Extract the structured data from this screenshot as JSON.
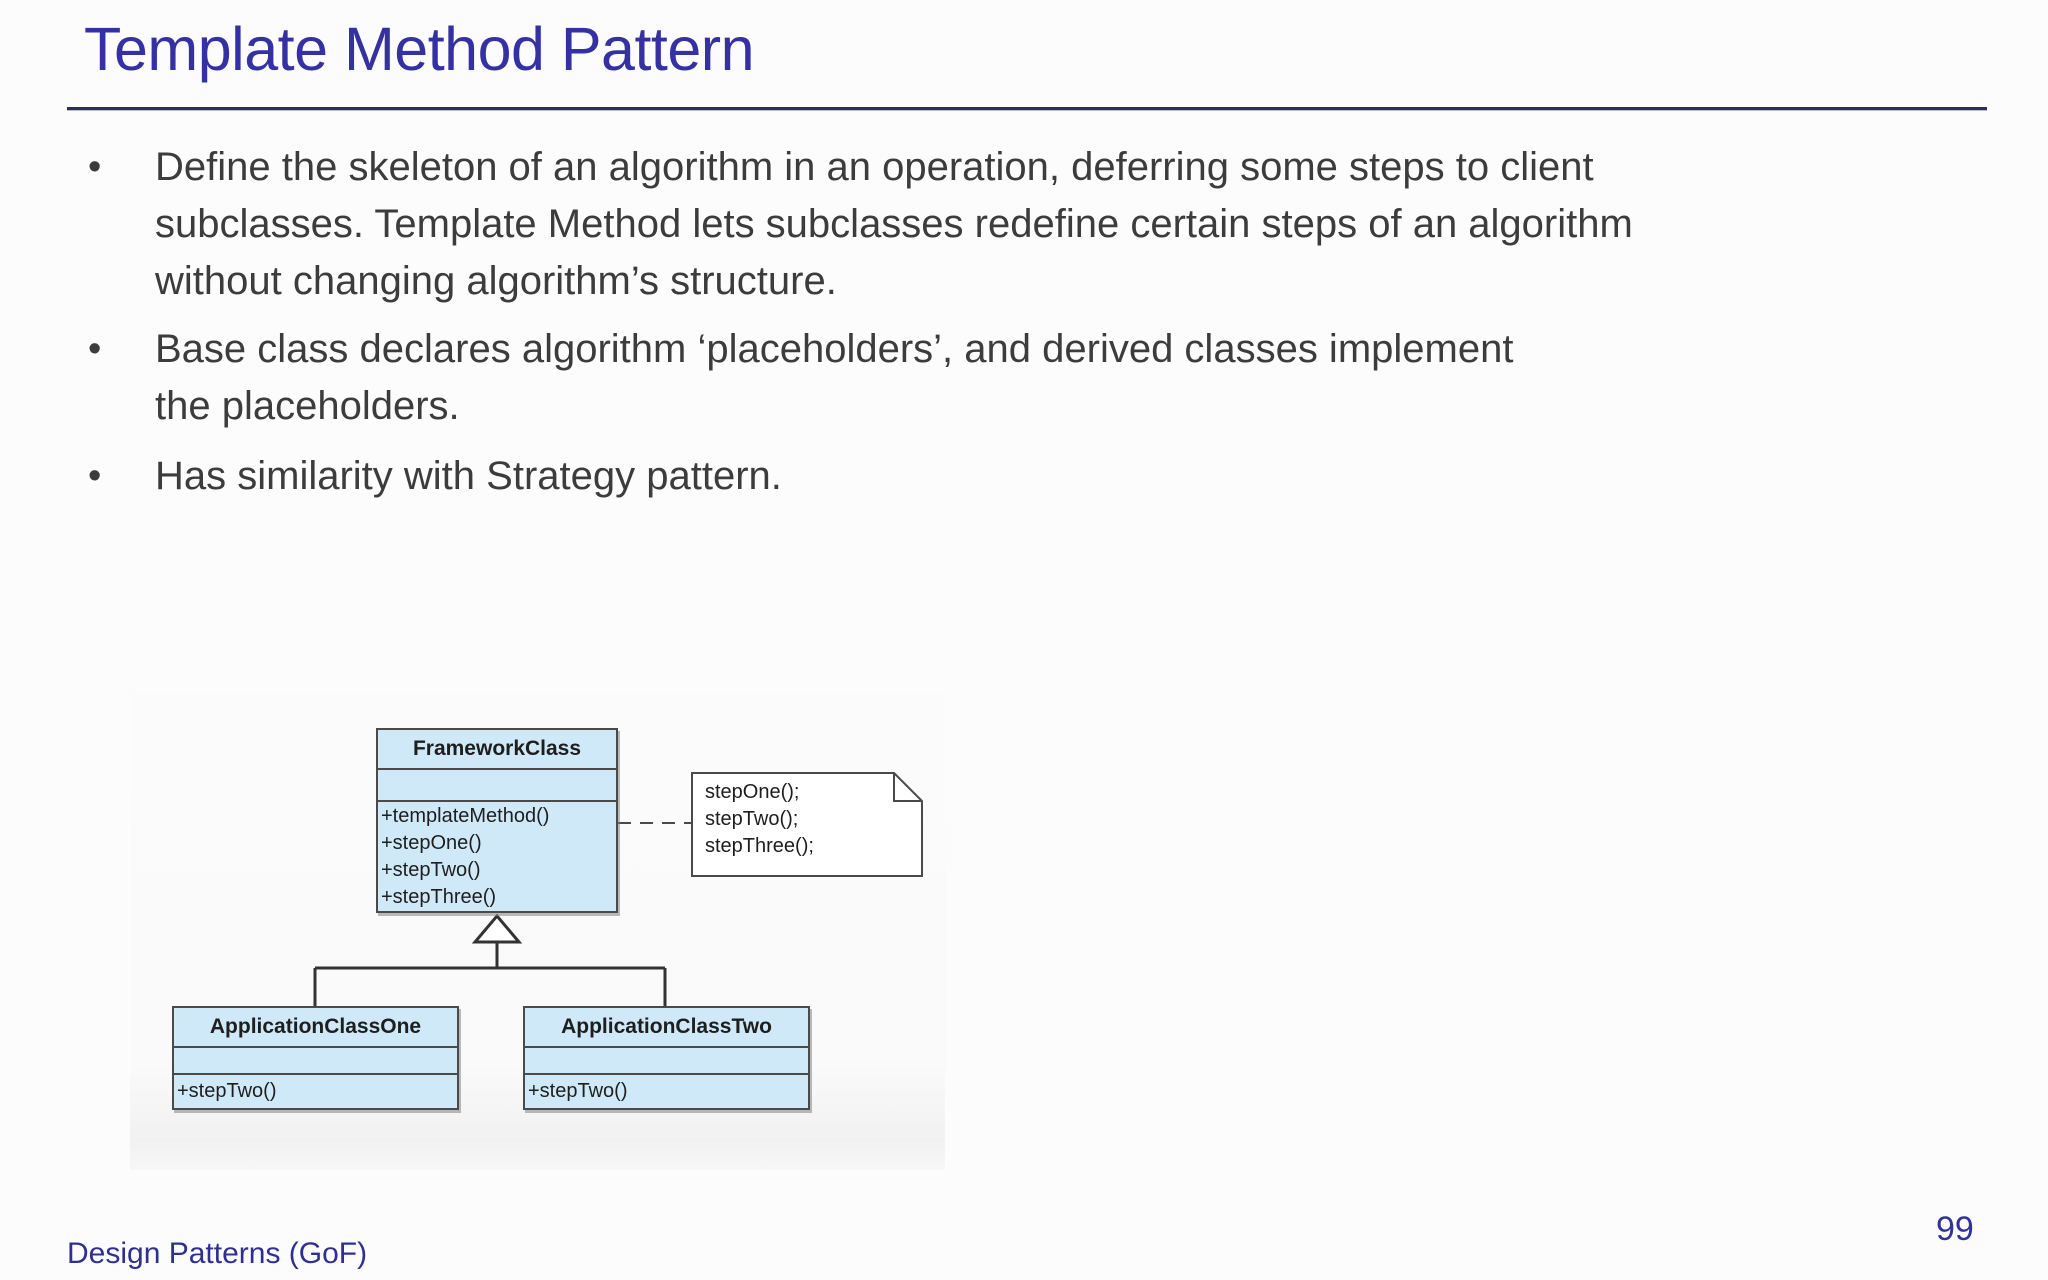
{
  "slide": {
    "title": "Template Method Pattern",
    "bullet_glyph": "•",
    "bullets": [
      "Define the skeleton of an algorithm in an operation, deferring some steps to client\nsubclasses. Template Method lets subclasses redefine certain steps of an algorithm\nwithout changing algorithm’s structure.",
      "Base class declares algorithm ‘placeholders’, and derived classes implement\nthe placeholders.",
      "Has similarity with Strategy pattern."
    ],
    "footer": "Design Patterns (GoF)",
    "page_number": "99"
  },
  "diagram": {
    "framework_class": {
      "name": "FrameworkClass",
      "methods": [
        "+templateMethod()",
        "+stepOne()",
        "+stepTwo()",
        "+stepThree()"
      ]
    },
    "note_lines": [
      "stepOne();",
      "stepTwo();",
      "stepThree();"
    ],
    "subclass_one": {
      "name": "ApplicationClassOne",
      "methods": [
        "+stepTwo()"
      ]
    },
    "subclass_two": {
      "name": "ApplicationClassTwo",
      "methods": [
        "+stepTwo()"
      ]
    }
  },
  "colors": {
    "title": "#3531A3",
    "rule": "#2D2D66",
    "body_text": "#3C3C3C",
    "footer": "#2F2F93",
    "class_fill": "#CFE9F8",
    "class_border": "#4A4A4A",
    "note_fill": "#FFFFFF",
    "diagram_text": "#1E1E1E"
  }
}
